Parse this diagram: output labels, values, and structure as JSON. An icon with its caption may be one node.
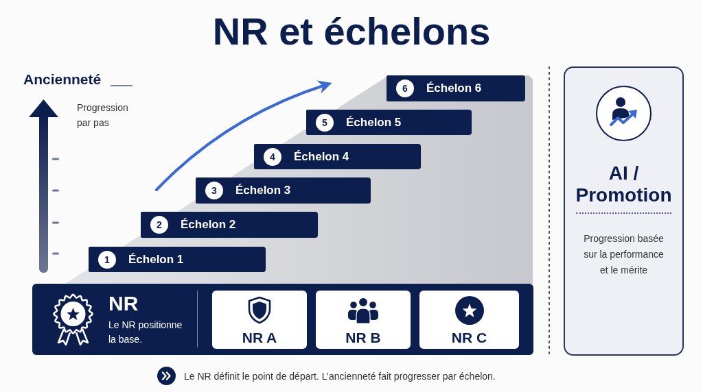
{
  "diagram": {
    "title": "NR et échelons",
    "caption": "Le NR définit le point de départ. L’ancienneté fait progresser par échelon.",
    "nodes": [
      {
        "text": [
          "Échelon 1"
        ]
      },
      {
        "text": [
          "1"
        ],
        "in": 0
      },
      {
        "text": [
          "Échelon 2"
        ]
      },
      {
        "text": [
          "2"
        ],
        "in": 2
      },
      {
        "text": [
          "Échelon 3"
        ]
      },
      {
        "text": [
          "3"
        ],
        "in": 4
      },
      {
        "text": [
          "Échelon 4"
        ]
      },
      {
        "text": [
          "4"
        ],
        "in": 6
      },
      {
        "text": [
          "Échelon 5"
        ]
      },
      {
        "text": [
          "5"
        ],
        "in": 8
      },
      {
        "text": [
          "Échelon 6"
        ]
      },
      {
        "text": [
          "6"
        ],
        "in": 10
      },
      {
        "text": [
          "AI / Promotion",
          "Progression basée sur la performance et le mérite"
        ]
      },
      {
        "text": [
          "NR",
          "Le NR positionne la base."
        ]
      },
      {
        "text": [
          "NR A"
        ],
        "in": 13
      },
      {
        "text": [
          "NR B"
        ],
        "in": 13
      },
      {
        "text": [
          "NR C"
        ],
        "in": 13
      }
    ],
    "labels": [
      "Ancienneté",
      "Progression par pas"
    ]
  }
}
